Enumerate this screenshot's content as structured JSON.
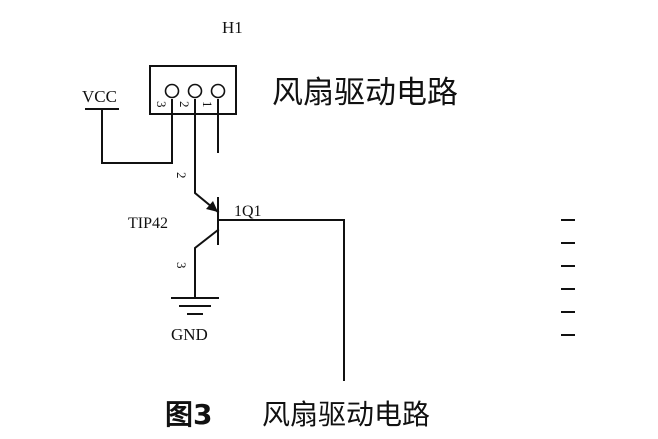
{
  "diagram": {
    "connector": {
      "ref": "H1",
      "pins": [
        "3",
        "2",
        "1"
      ]
    },
    "circuit_title": "风扇驱动电路",
    "vcc_label": "VCC",
    "transistor": {
      "ref": "1Q1",
      "part": "TIP42",
      "base_pin": "2",
      "emitter_pin": "3"
    },
    "ground_label": "GND",
    "caption": {
      "figure_number": "图3",
      "title": "风扇驱动电路"
    }
  },
  "colors": {
    "ink": "#111111",
    "background": "#ffffff"
  }
}
